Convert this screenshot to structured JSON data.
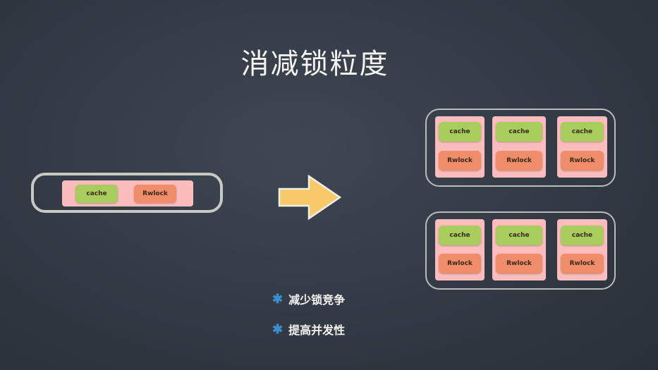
{
  "title": "消减锁粒度",
  "labels": {
    "cache": "cache",
    "rwlock": "Rwlock"
  },
  "bullets": [
    "减少锁竞争",
    "提高并发性"
  ],
  "colors": {
    "cache": "#a9cd5c",
    "rwlock": "#ef8c6a",
    "shard": "#fbbcbd",
    "arrow": "#f8c968",
    "bullet_icon": "#3b8fd0"
  }
}
